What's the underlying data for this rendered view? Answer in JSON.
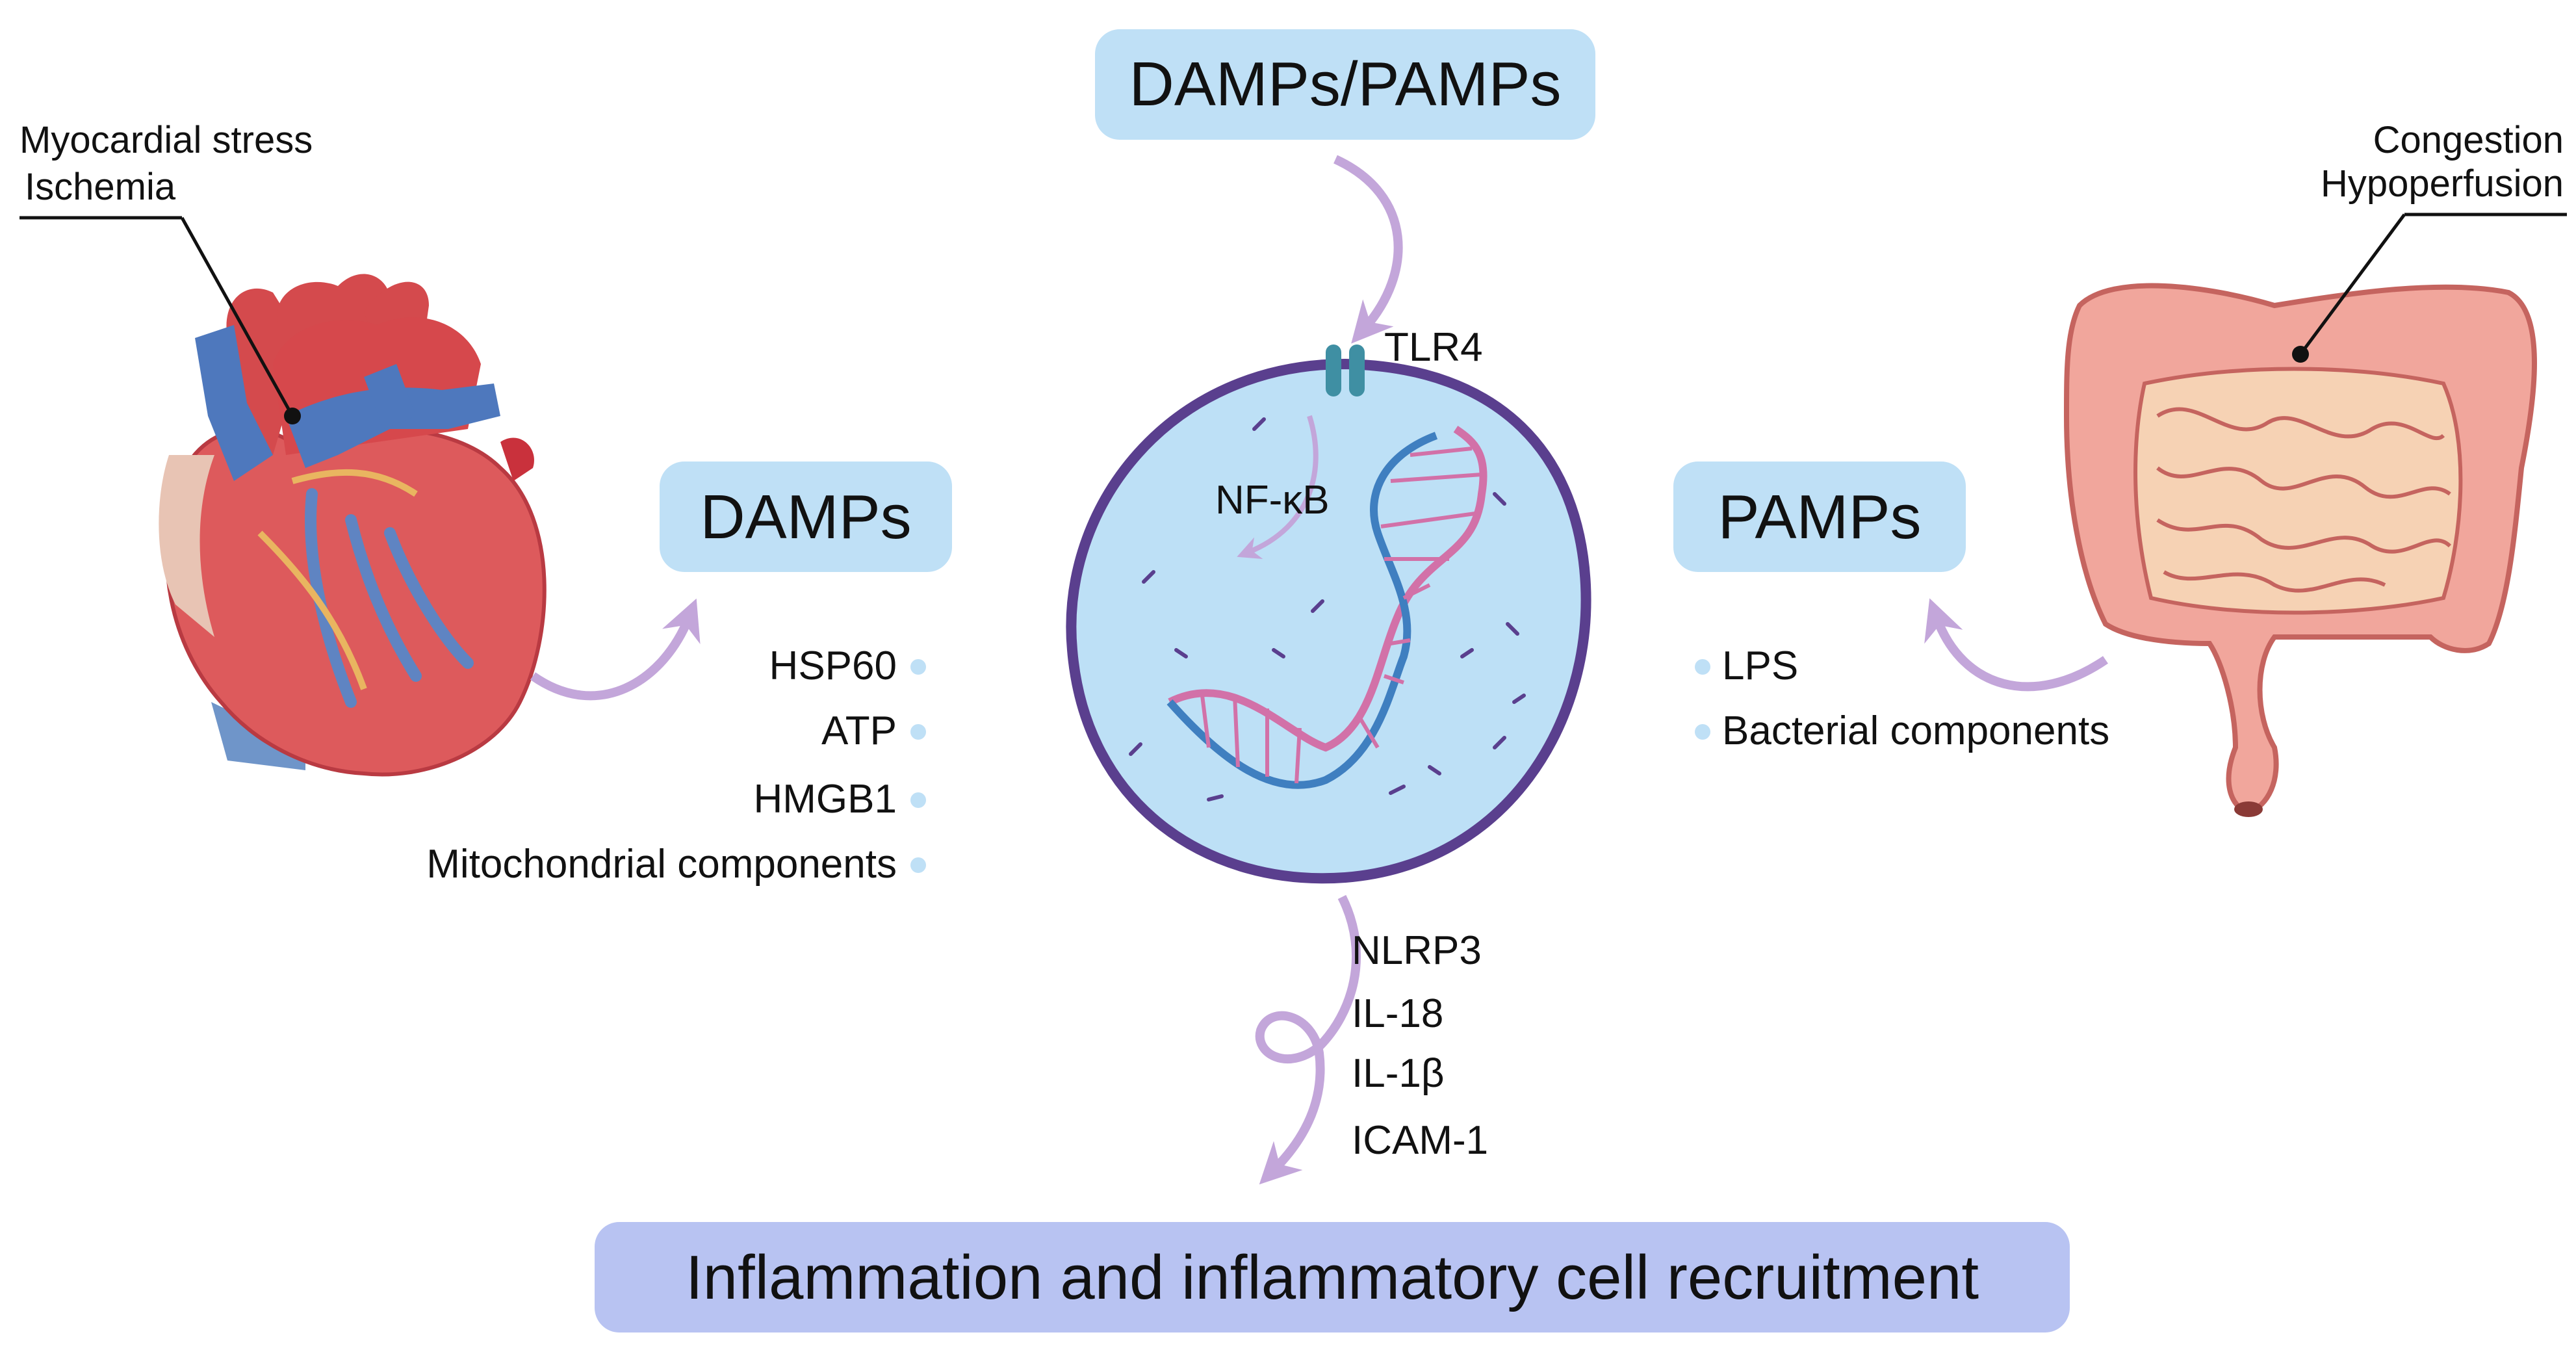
{
  "top_box": {
    "label": "DAMPs/PAMPs"
  },
  "damps_box": {
    "label": "DAMPs"
  },
  "pamps_box": {
    "label": "PAMPs"
  },
  "bottom_box": {
    "label": "Inflammation and inflammatory cell recruitment"
  },
  "heart": {
    "annotation_line1": "Myocardial stress",
    "annotation_line2": "Ischemia"
  },
  "intestine": {
    "annotation_line1": "Congestion",
    "annotation_line2": "Hypoperfusion"
  },
  "cell": {
    "receptor_label": "TLR4",
    "nucleus_label": "NF-κB"
  },
  "damps_list": [
    "HSP60",
    "ATP",
    "HMGB1",
    "Mitochondrial components"
  ],
  "pamps_list": [
    "LPS",
    "Bacterial components"
  ],
  "outputs": [
    "NLRP3",
    "IL-18",
    "IL-1β",
    "ICAM-1"
  ],
  "colors": {
    "box_fill": "#bfe0f6",
    "bottom_box_fill": "#b8c3f2",
    "cell_fill": "#bde0f6",
    "cell_border": "#5a3f8e",
    "arrow": "#c3a6da",
    "bullet": "#bfe0f6",
    "receptor": "#3f8fa3"
  }
}
